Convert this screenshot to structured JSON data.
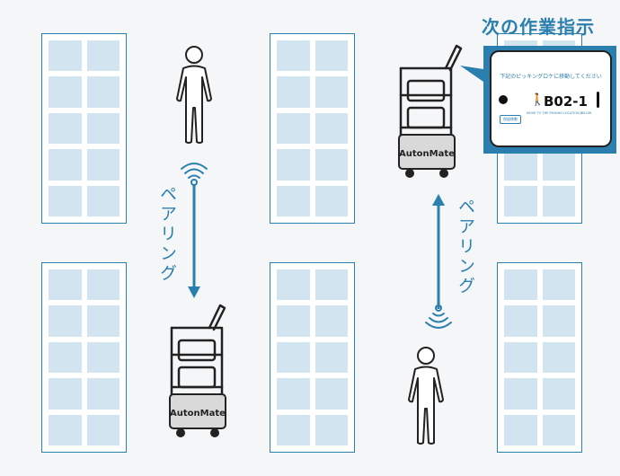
{
  "callout_title": "次の作業指示",
  "pairing_label_left": "ペアリング",
  "pairing_label_right": "ペアリング",
  "robot_brand": "AutonMate",
  "tablet": {
    "instruction": "下記のピッキングロケに移動してください",
    "location_code": "B02-1",
    "button_label": "保留移動",
    "sub_text": "MOVE TO THE PICKING LOCATION BELOW"
  },
  "colors": {
    "accent": "#2a7fae",
    "shelf_cell": "#d3e4f1",
    "dark": "#222222"
  }
}
